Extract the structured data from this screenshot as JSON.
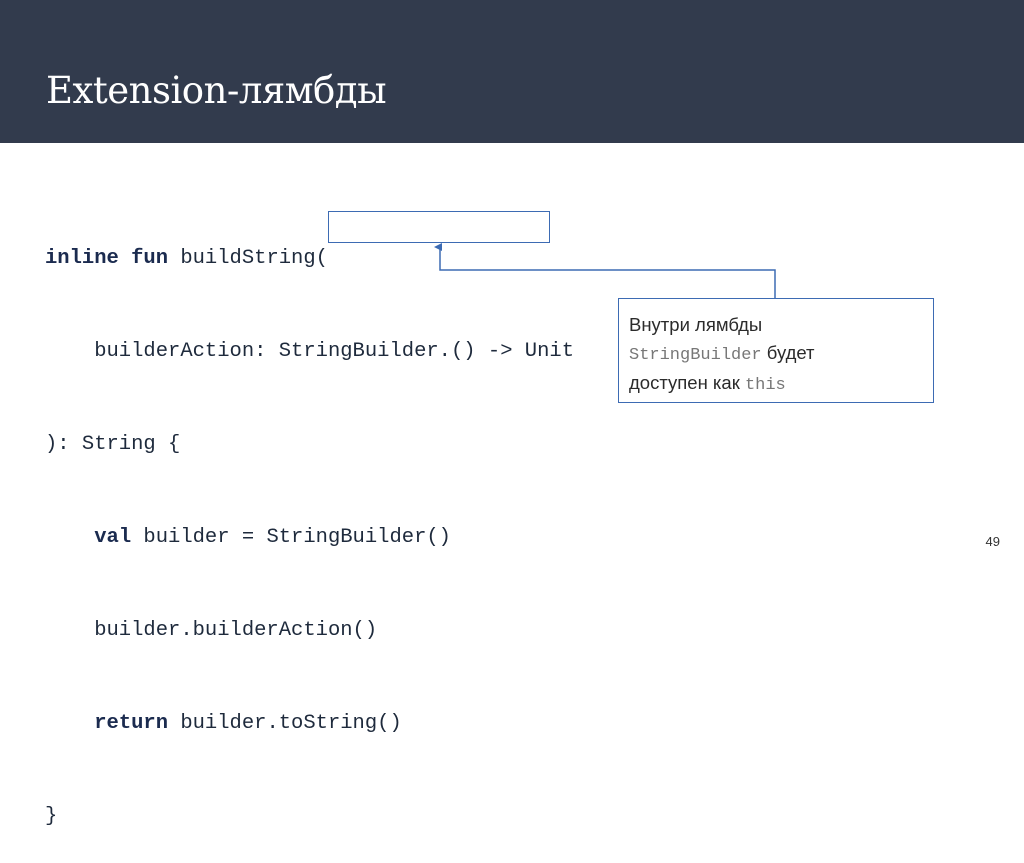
{
  "slide": {
    "title": "Extension-лямбды",
    "page_number": "49"
  },
  "code": {
    "l1_kw1": "inline",
    "l1_kw2": "fun",
    "l1_rest": " buildString(",
    "l2_indent": "    builderAction: ",
    "l2_type": "StringBuilder.",
    "l2_rest": "() -> Unit",
    "l3": "): String {",
    "l4_kw": "val",
    "l4_rest": " builder = StringBuilder()",
    "l5": "    builder.builderAction()",
    "l6_kw": "return",
    "l6_rest": " builder.toString()",
    "l7": "}"
  },
  "callout": {
    "line1": "Внутри лямбды",
    "mono1": "StringBuilder",
    "text2": " будет",
    "text3": "доступен как ",
    "mono2": "this"
  },
  "colors": {
    "header_bg": "#323b4d",
    "accent": "#3d6bb3"
  }
}
